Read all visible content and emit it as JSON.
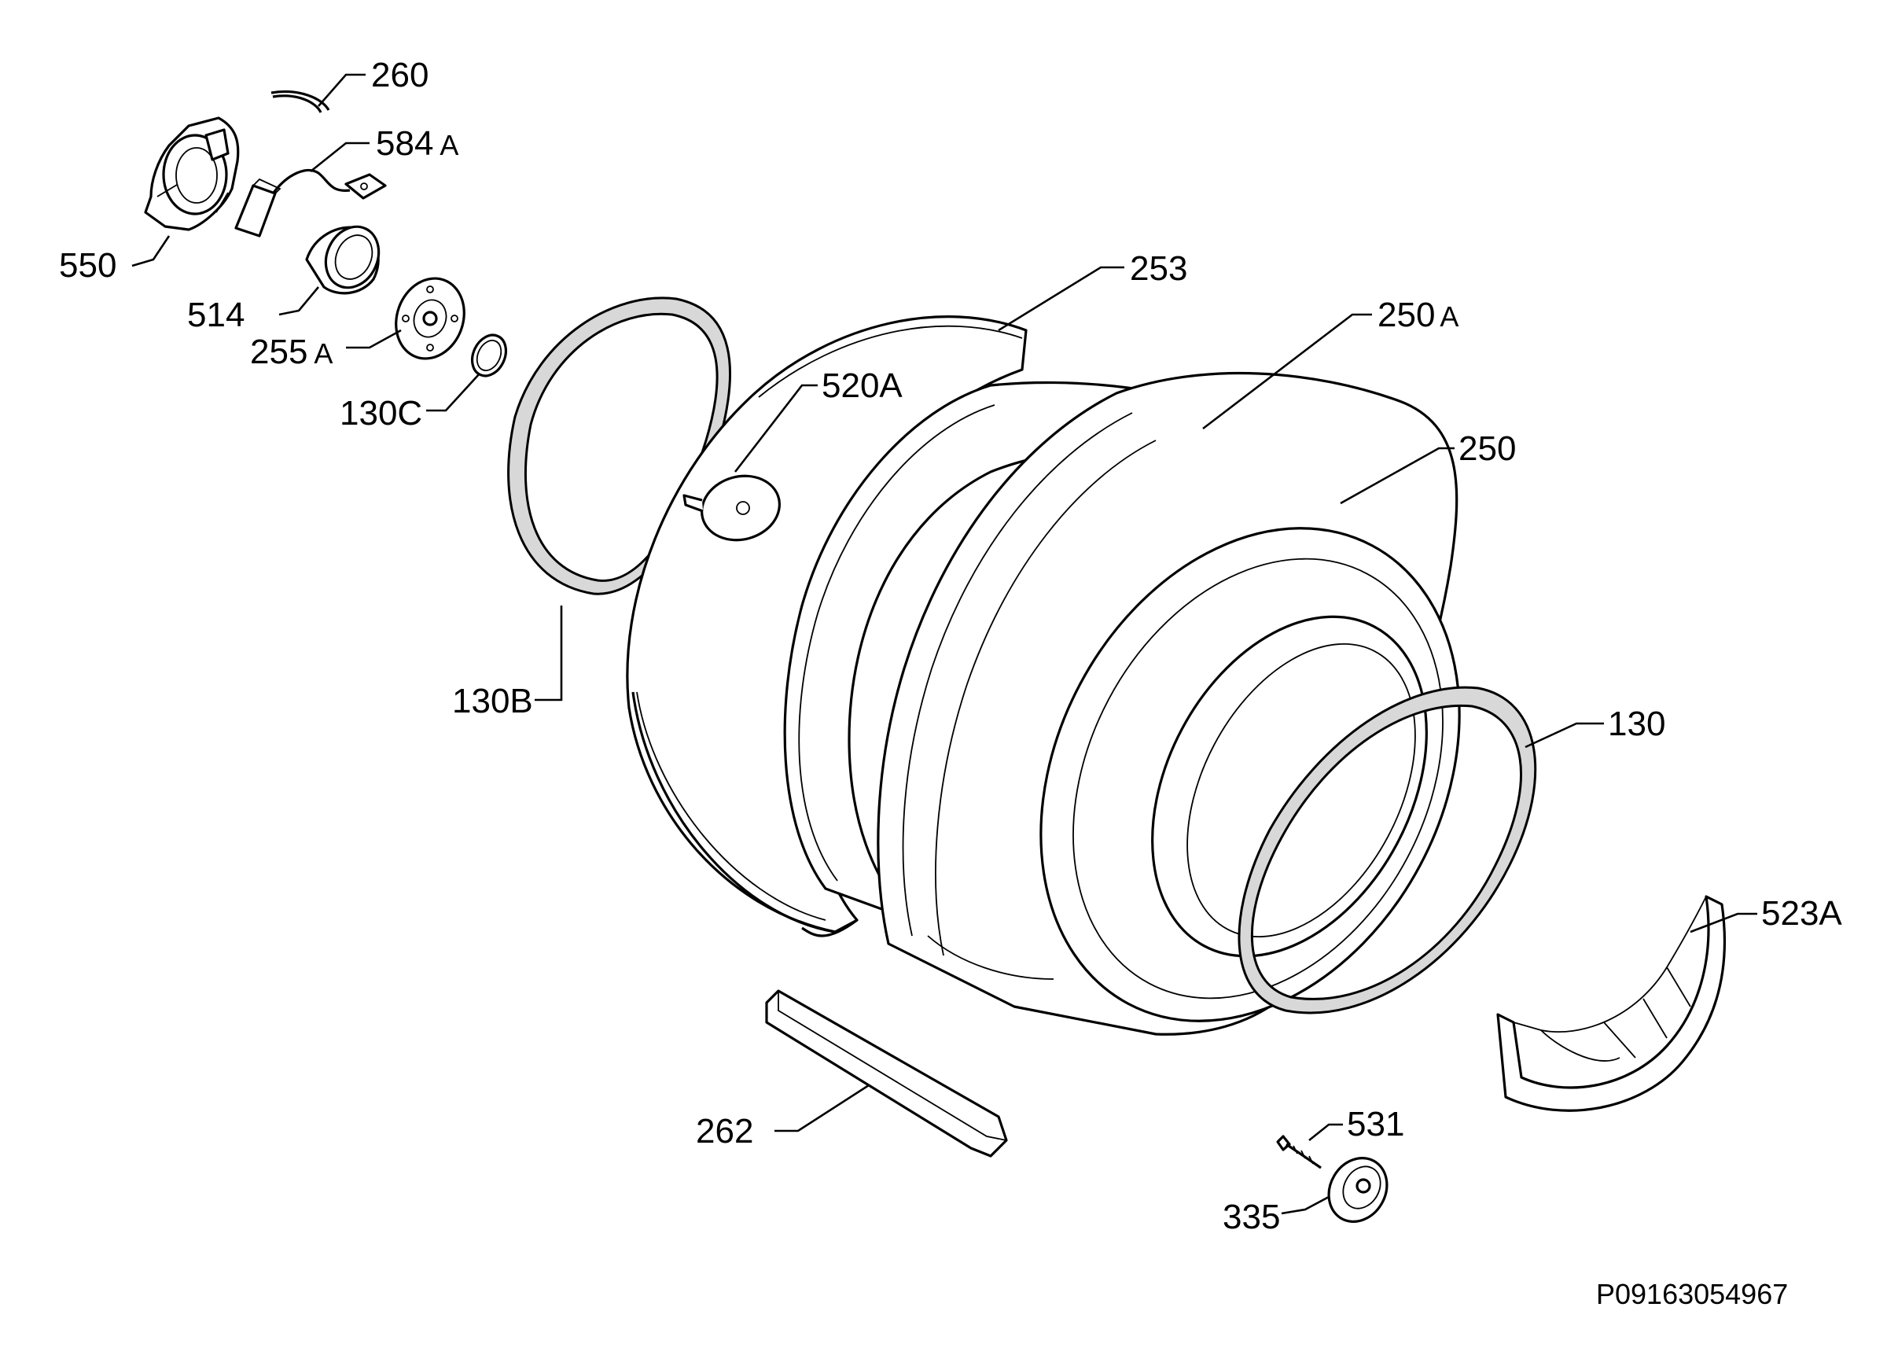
{
  "callouts": {
    "p260": {
      "num": "260",
      "suffix": ""
    },
    "p584a": {
      "num": "584",
      "suffix": "A"
    },
    "p550": {
      "num": "550",
      "suffix": ""
    },
    "p514": {
      "num": "514",
      "suffix": ""
    },
    "p255a": {
      "num": "255",
      "suffix": "A"
    },
    "p130c": {
      "num": "130C",
      "suffix": ""
    },
    "p253": {
      "num": "253",
      "suffix": ""
    },
    "p250a": {
      "num": "250",
      "suffix": "A"
    },
    "p520a": {
      "num": "520A",
      "suffix": ""
    },
    "p250": {
      "num": "250",
      "suffix": ""
    },
    "p130b": {
      "num": "130B",
      "suffix": ""
    },
    "p130": {
      "num": "130",
      "suffix": ""
    },
    "p523a": {
      "num": "523A",
      "suffix": ""
    },
    "p262": {
      "num": "262",
      "suffix": ""
    },
    "p531": {
      "num": "531",
      "suffix": ""
    },
    "p335": {
      "num": "335",
      "suffix": ""
    }
  },
  "reference_code": "P09163054967"
}
